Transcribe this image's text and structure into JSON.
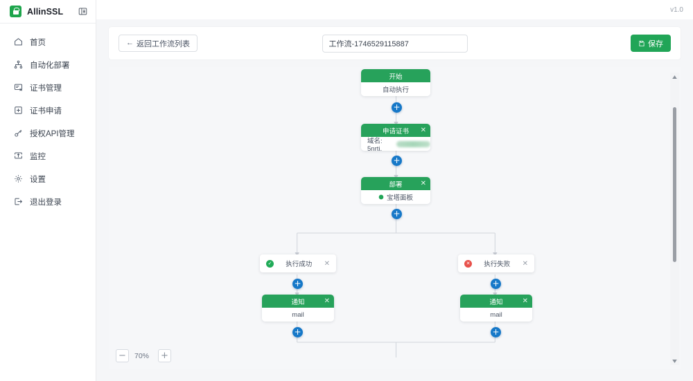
{
  "app": {
    "brand_name": "AllinSSL",
    "logo_icon": "lock-icon",
    "collapse_icon": "sidebar-collapse-icon",
    "version": "v1.0",
    "accent_green": "#21a557",
    "node_header_green": "#27a25b",
    "plus_blue": "#1678c8",
    "success_green": "#21ab58",
    "fail_red": "#e8514b"
  },
  "sidebar": {
    "items": [
      {
        "label": "首页",
        "icon": "home-icon"
      },
      {
        "label": "自动化部署",
        "icon": "sitemap-icon"
      },
      {
        "label": "证书管理",
        "icon": "certificate-icon"
      },
      {
        "label": "证书申请",
        "icon": "plus-square-icon"
      },
      {
        "label": "授权API管理",
        "icon": "key-icon"
      },
      {
        "label": "监控",
        "icon": "monitor-icon"
      },
      {
        "label": "设置",
        "icon": "gear-icon"
      },
      {
        "label": "退出登录",
        "icon": "logout-icon"
      }
    ]
  },
  "toolbar": {
    "back_label": "返回工作流列表",
    "back_icon": "arrow-left-icon",
    "title_value": "工作流-1746529115887",
    "title_placeholder": "工作流名称",
    "save_label": "保存",
    "save_icon": "save-document-icon"
  },
  "canvas": {
    "zoom_value": "70%",
    "zoom_out_label": "−",
    "zoom_in_label": "+",
    "add_node_label": "+",
    "nodes": [
      {
        "id": "start",
        "header": "开始",
        "body": "自动执行",
        "closable": false
      },
      {
        "id": "apply",
        "header": "申请证书",
        "body_prefix": "域名: 5nrtj.",
        "body_redacted": true,
        "closable": true
      },
      {
        "id": "deploy",
        "header": "部署",
        "body": "宝塔面板",
        "body_icon": "bt-panel-icon",
        "closable": true
      },
      {
        "id": "notify_success",
        "header": "通知",
        "body": "mail",
        "closable": true
      },
      {
        "id": "notify_fail",
        "header": "通知",
        "body": "mail",
        "closable": true
      }
    ],
    "conditions": [
      {
        "id": "cond_success",
        "label": "执行成功",
        "icon": "check-circle-icon",
        "status": "success"
      },
      {
        "id": "cond_fail",
        "label": "执行失败",
        "icon": "times-circle-icon",
        "status": "fail"
      }
    ]
  }
}
